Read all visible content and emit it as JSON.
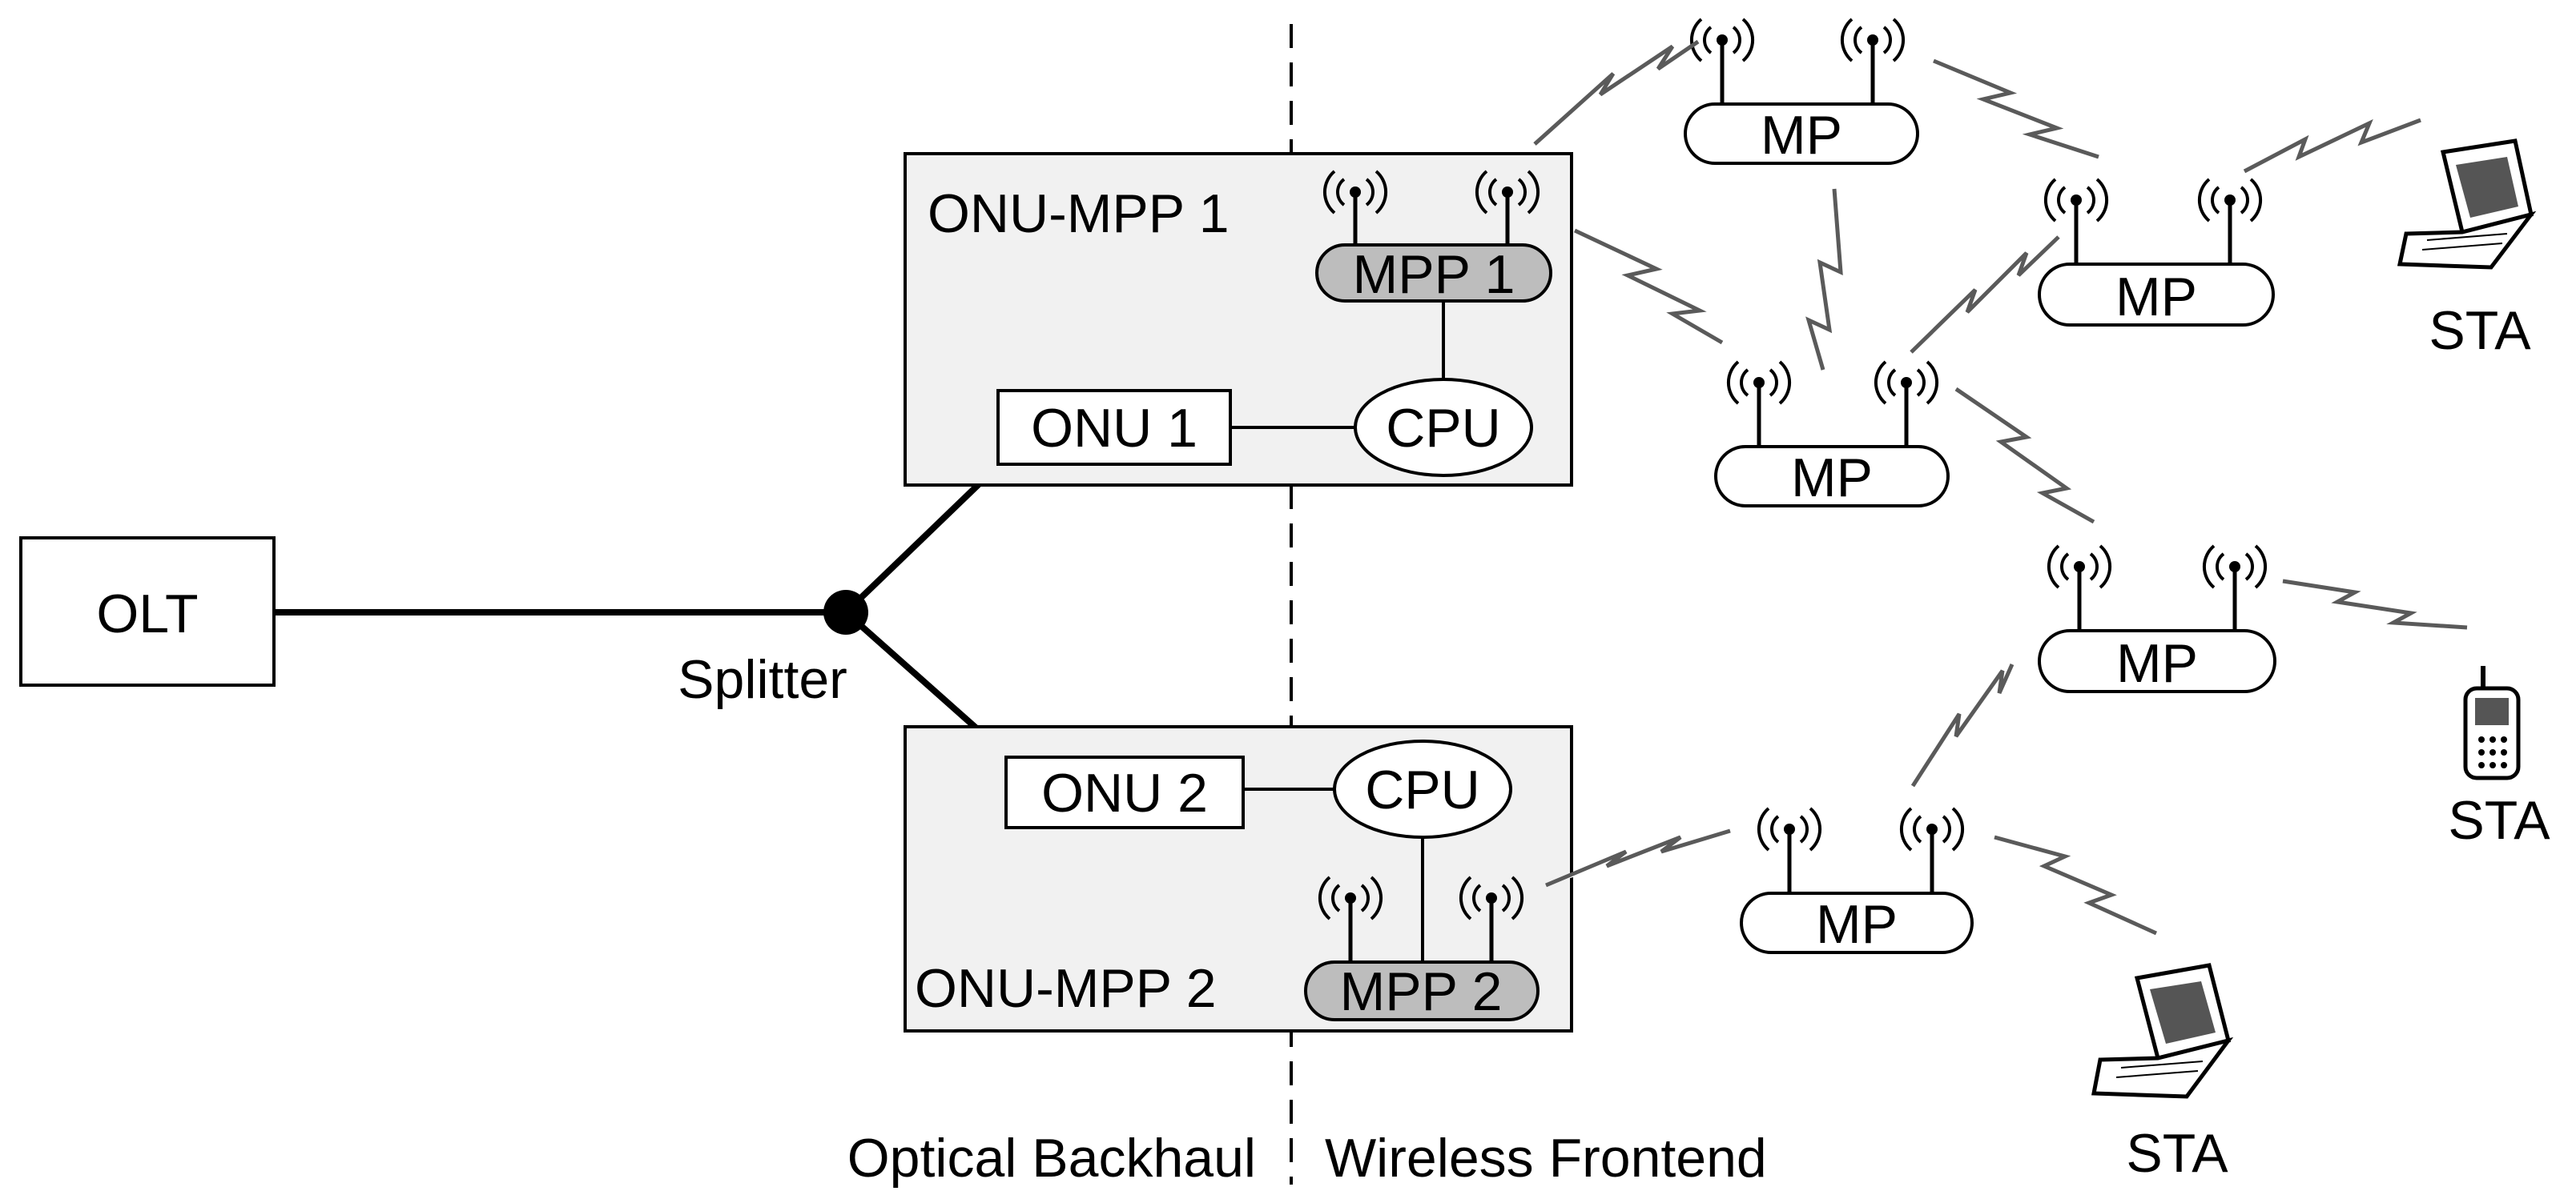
{
  "olt": {
    "label": "OLT"
  },
  "splitter": {
    "label": "Splitter"
  },
  "onu_mpp_1": {
    "title": "ONU-MPP 1",
    "onu": "ONU 1",
    "cpu": "CPU",
    "mpp": "MPP 1"
  },
  "onu_mpp_2": {
    "title": "ONU-MPP 2",
    "onu": "ONU 2",
    "cpu": "CPU",
    "mpp": "MPP 2"
  },
  "mesh_points": {
    "label": "MP"
  },
  "stations": [
    {
      "label": "STA",
      "device": "laptop-icon"
    },
    {
      "label": "STA",
      "device": "mobile-phone-icon"
    },
    {
      "label": "STA",
      "device": "laptop-icon"
    }
  ],
  "regions": {
    "left": "Optical Backhaul",
    "right": "Wireless Frontend"
  },
  "colors": {
    "node_fill": "#f1f1f1",
    "mpp_fill": "#bdbdbd",
    "link_stroke": "#5a5a5a"
  }
}
